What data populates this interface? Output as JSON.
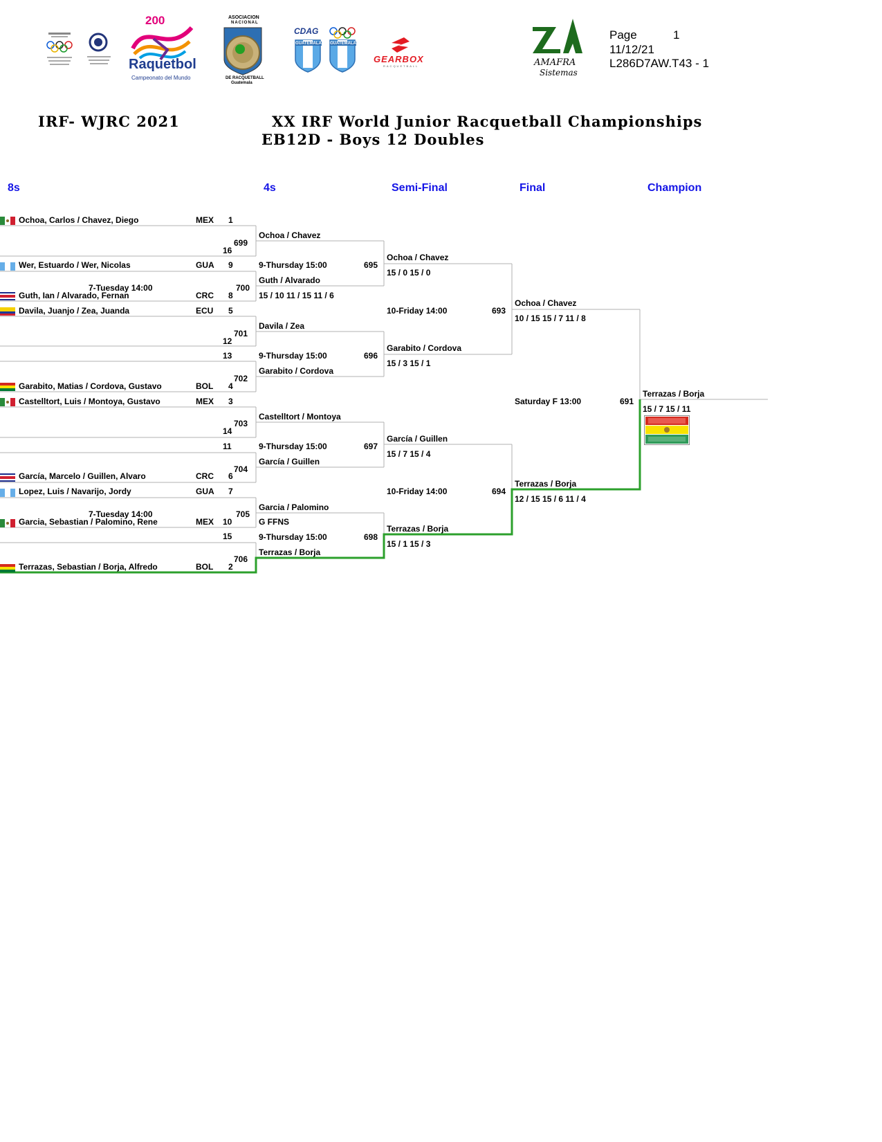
{
  "header": {
    "page_label": "Page",
    "page_number": "1",
    "date": "11/12/21",
    "report_code": "L286D7AW.T43 -  1",
    "logos": {
      "olympic_committee": "",
      "raquetbol_200": "200",
      "raquetbol_word": "Raquetbol",
      "raquetbol_sub": "Campeonato del Mundo",
      "asociacion_top": "ASOCIACION",
      "asociacion_mid": "NACIONAL",
      "asociacion_bottom": "DE RACQUETBALL",
      "asociacion_city": "Guatemala",
      "cdag": "CDAG",
      "guatemala": "GUATEMALA",
      "gearbox": "GEARBOX",
      "gearbox_sub": "RACQUETBALL",
      "amafra_line1": "AMAFRA",
      "amafra_line2": "Sistemas"
    }
  },
  "titles": {
    "event_short": "IRF- WJRC 2021",
    "event_long": "XX IRF World Junior Racquetball Championships",
    "division": "EB12D - Boys 12 Doubles"
  },
  "rounds": {
    "r8": "8s",
    "r4": "4s",
    "semi": "Semi-Final",
    "final": "Final",
    "champion": "Champion"
  },
  "entries": [
    {
      "name_a": "Ochoa, Carlos",
      "name_b": "Chavez, Diego",
      "country": "MEX",
      "seed": "1"
    },
    {
      "name_a": "Wer, Estuardo",
      "name_b": "Wer, Nicolas",
      "country": "GUA",
      "seed": "9"
    },
    {
      "name_a": "Guth, Ian",
      "name_b": "Alvarado, Fernan",
      "country": "CRC",
      "seed": "8"
    },
    {
      "name_a": "Davila, Juanjo",
      "name_b": "Zea, Juanda",
      "country": "ECU",
      "seed": "5"
    },
    {
      "name_a": "Garabito, Matias",
      "name_b": "Cordova, Gustavo",
      "country": "BOL",
      "seed": "4"
    },
    {
      "name_a": "Castelltort, Luis",
      "name_b": "Montoya, Gustavo",
      "country": "MEX",
      "seed": "3"
    },
    {
      "name_a": "García, Marcelo",
      "name_b": "Guillen, Alvaro",
      "country": "CRC",
      "seed": "6"
    },
    {
      "name_a": "Lopez, Luis",
      "name_b": "Navarijo, Jordy",
      "country": "GUA",
      "seed": "7"
    },
    {
      "name_a": "Garcia, Sebastian",
      "name_b": "Palomino, Rene",
      "country": "MEX",
      "seed": "10"
    },
    {
      "name_a": "Terrazas, Sebastian",
      "name_b": "Borja, Alfredo",
      "country": "BOL",
      "seed": "2"
    }
  ],
  "bye_seeds": {
    "s16": "16",
    "s12": "12",
    "s13": "13",
    "s14": "14",
    "s11": "11",
    "s15": "15"
  },
  "r8_matches": {
    "m699": "699",
    "m700": "700",
    "m701": "701",
    "m702": "702",
    "m703": "703",
    "m704": "704",
    "m705": "705",
    "m706": "706",
    "sched_700": "7-Tuesday 14:00",
    "sched_705": "7-Tuesday 14:00"
  },
  "r4": {
    "w1": {
      "a": "Ochoa",
      "b": "Chavez"
    },
    "w2": {
      "a": "Guth",
      "b": "Alvarado"
    },
    "w3": {
      "a": "Davila",
      "b": "Zea"
    },
    "w4": {
      "a": "Garabito",
      "b": "Cordova"
    },
    "w5": {
      "a": "Castelltort",
      "b": "Montoya"
    },
    "w6": {
      "a": "García",
      "b": "Guillen"
    },
    "w7": {
      "a": "Garcia",
      "b": "Palomino"
    },
    "w7_note": "G FFNS",
    "w8": {
      "a": "Terrazas",
      "b": "Borja"
    },
    "score_700": "15 / 10  11 / 15  11 / 6",
    "sched_695": "9-Thursday 15:00",
    "m695": "695",
    "sched_696": "9-Thursday 15:00",
    "m696": "696",
    "sched_697": "9-Thursday 15:00",
    "m697": "697",
    "sched_698": "9-Thursday 15:00",
    "m698": "698"
  },
  "semi": {
    "w1": {
      "a": "Ochoa",
      "b": "Chavez",
      "score": "15 / 0  15 / 0"
    },
    "w2": {
      "a": "Garabito",
      "b": "Cordova",
      "score": "15 / 3  15 / 1"
    },
    "w3": {
      "a": "García",
      "b": "Guillen",
      "score": "15 / 7  15 / 4"
    },
    "w4": {
      "a": "Terrazas",
      "b": "Borja",
      "score": "15 / 1  15 / 3"
    },
    "sched_693": "10-Friday 14:00",
    "m693": "693",
    "sched_694": "10-Friday 14:00",
    "m694": "694"
  },
  "final": {
    "w1": {
      "a": "Ochoa",
      "b": "Chavez",
      "score": "10 / 15  15 / 7  11 / 8"
    },
    "w2": {
      "a": "Terrazas",
      "b": "Borja",
      "score": "12 / 15  15 / 6  11 / 4"
    },
    "sched_691": "Saturday F 13:00",
    "m691": "691"
  },
  "champion": {
    "a": "Terrazas",
    "b": "Borja",
    "score": "15 / 7  15 / 11"
  },
  "colors": {
    "winner_path": "#2ca02c",
    "round_header": "#1414e6"
  }
}
